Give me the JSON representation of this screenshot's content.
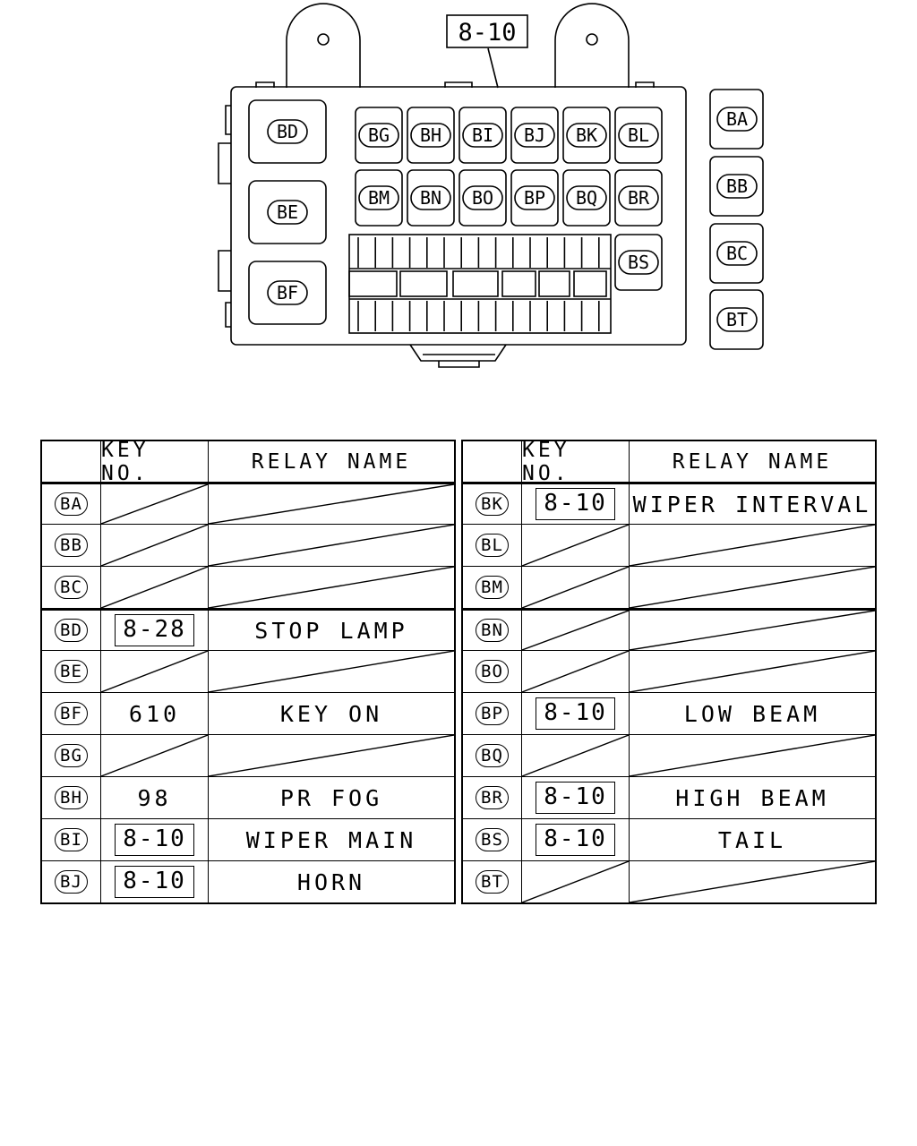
{
  "diagram": {
    "callout": "8-10",
    "box_labels": {
      "bd": "BD",
      "be": "BE",
      "bf": "BF",
      "bg": "BG",
      "bh": "BH",
      "bi": "BI",
      "bj": "BJ",
      "bk": "BK",
      "bl": "BL",
      "bm": "BM",
      "bn": "BN",
      "bo": "BO",
      "bp": "BP",
      "bq": "BQ",
      "br": "BR",
      "bs": "BS",
      "ba": "BA",
      "bb": "BB",
      "bc": "BC",
      "bt": "BT"
    }
  },
  "table_left": {
    "headers": [
      "",
      "KEY NO.",
      "RELAY NAME"
    ],
    "rows": [
      {
        "id": "BA",
        "key": "",
        "name": ""
      },
      {
        "id": "BB",
        "key": "",
        "name": ""
      },
      {
        "id": "BC",
        "key": "",
        "name": ""
      },
      {
        "id": "BD",
        "key": "8-28",
        "name": "STOP LAMP"
      },
      {
        "id": "BE",
        "key": "",
        "name": ""
      },
      {
        "id": "BF",
        "key": "610",
        "name": "KEY ON"
      },
      {
        "id": "BG",
        "key": "",
        "name": ""
      },
      {
        "id": "BH",
        "key": "98",
        "name": "PR FOG"
      },
      {
        "id": "BI",
        "key": "8-10",
        "name": "WIPER MAIN"
      },
      {
        "id": "BJ",
        "key": "8-10",
        "name": "HORN"
      }
    ]
  },
  "table_right": {
    "headers": [
      "",
      "KEY NO.",
      "RELAY NAME"
    ],
    "rows": [
      {
        "id": "BK",
        "key": "8-10",
        "name": "WIPER INTERVAL"
      },
      {
        "id": "BL",
        "key": "",
        "name": ""
      },
      {
        "id": "BM",
        "key": "",
        "name": ""
      },
      {
        "id": "BN",
        "key": "",
        "name": ""
      },
      {
        "id": "BO",
        "key": "",
        "name": ""
      },
      {
        "id": "BP",
        "key": "8-10",
        "name": "LOW BEAM"
      },
      {
        "id": "BQ",
        "key": "",
        "name": ""
      },
      {
        "id": "BR",
        "key": "8-10",
        "name": "HIGH BEAM"
      },
      {
        "id": "BS",
        "key": "8-10",
        "name": "TAIL"
      },
      {
        "id": "BT",
        "key": "",
        "name": ""
      }
    ]
  }
}
